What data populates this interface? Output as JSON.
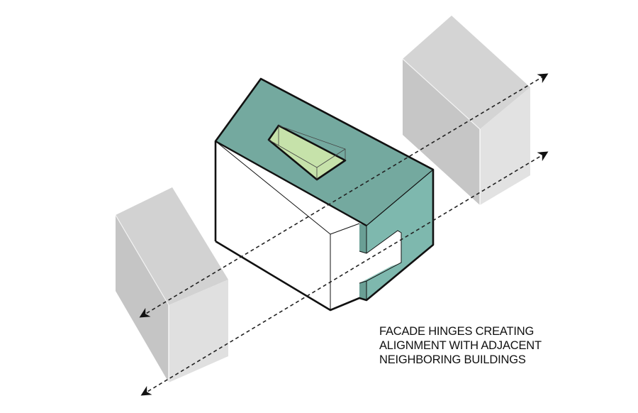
{
  "diagram": {
    "type": "axonometric-architectural-diagram",
    "caption": {
      "lines": [
        "FACADE HINGES CREATING",
        "ALIGNMENT WITH ADJACENT",
        "NEIGHBORING BUILDINGS"
      ]
    },
    "elements": {
      "main_building": {
        "roof_color": "#74a99f",
        "side_wall_color": "#7eb8ae",
        "wall_color": "#ffffff",
        "outline_color": "#111111"
      },
      "skylight": {
        "color": "#c6e2aa"
      },
      "left_neighbor": {
        "top_color": "#d2d2d2",
        "side_color": "#c5c5c5",
        "front_color": "#e0e0e0"
      },
      "right_neighbor": {
        "top_color": "#d4d4d4",
        "side_color": "#c6c6c6",
        "front_color": "#e2e2e2"
      },
      "alignment_lines": {
        "count": 2,
        "style": "dashed-with-arrows",
        "color": "#222222"
      }
    }
  }
}
